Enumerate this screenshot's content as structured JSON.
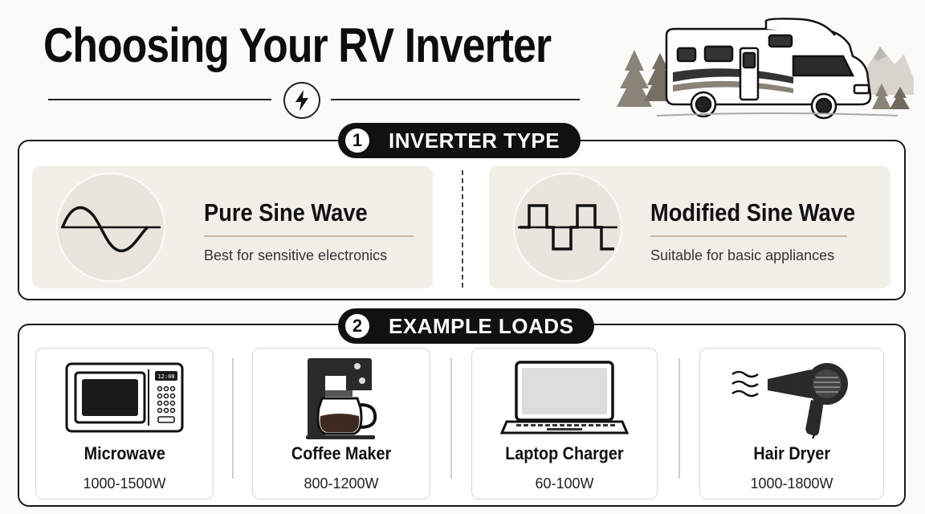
{
  "header": {
    "title": "Choosing Your RV Inverter",
    "divider_icon": "lightning-bolt-icon"
  },
  "illustration": {
    "subject": "rv-motorhome-icon",
    "scenery": [
      "pine-tree-icon",
      "mountain-icon"
    ]
  },
  "sections": [
    {
      "number": "1",
      "label": "INVERTER TYPE",
      "types": [
        {
          "name": "Pure Sine Wave",
          "description": "Best for sensitive electronics",
          "icon": "sine-wave-icon"
        },
        {
          "name": "Modified Sine Wave",
          "description": "Suitable for basic appliances",
          "icon": "square-wave-icon"
        }
      ]
    },
    {
      "number": "2",
      "label": "EXAMPLE LOADS",
      "loads": [
        {
          "name": "Microwave",
          "wattage": "1000-1500W",
          "icon": "microwave-icon",
          "display": "12:00"
        },
        {
          "name": "Coffee Maker",
          "wattage": "800-1200W",
          "icon": "coffee-maker-icon"
        },
        {
          "name": "Laptop Charger",
          "wattage": "60-100W",
          "icon": "laptop-icon"
        },
        {
          "name": "Hair Dryer",
          "wattage": "1000-1800W",
          "icon": "hair-dryer-icon"
        }
      ]
    }
  ],
  "colors": {
    "ink": "#111111",
    "card_beige": "#f2efe9",
    "accent_line": "#c8b9a4"
  }
}
